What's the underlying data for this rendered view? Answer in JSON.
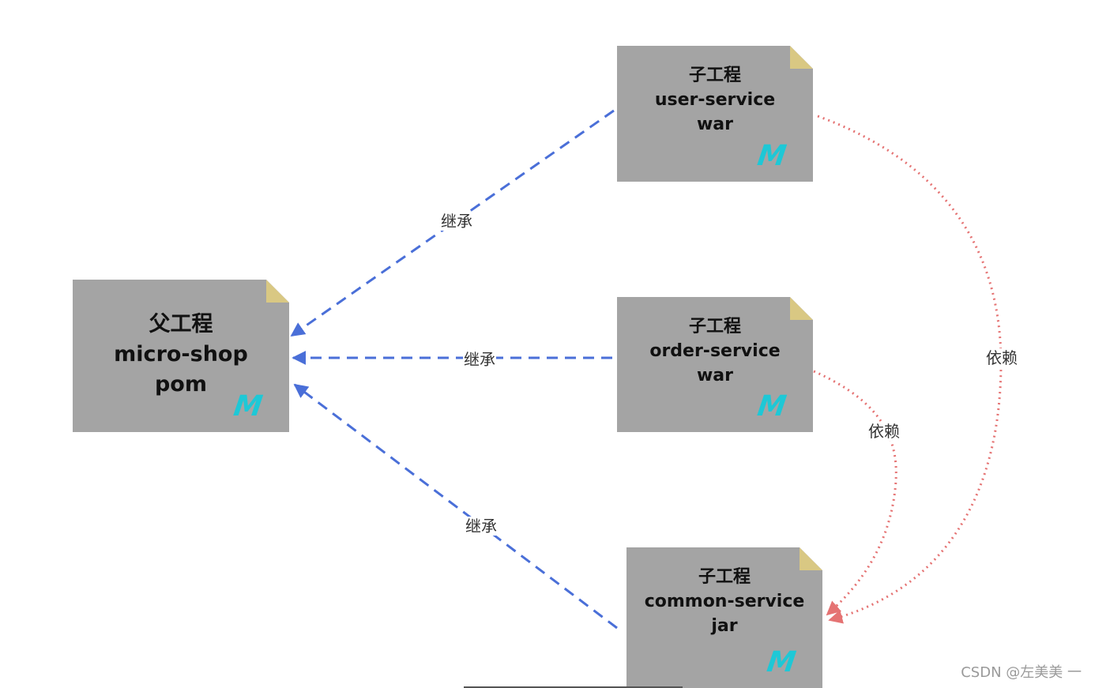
{
  "nodes": {
    "parent": {
      "line1": "父工程",
      "line2": "micro-shop",
      "line3": "pom",
      "icon": "maven-icon"
    },
    "user": {
      "line1": "子工程",
      "line2": "user-service",
      "line3": "war",
      "icon": "maven-icon"
    },
    "order": {
      "line1": "子工程",
      "line2": "order-service",
      "line3": "war",
      "icon": "maven-icon"
    },
    "common": {
      "line1": "子工程",
      "line2": "common-service",
      "line3": "jar",
      "icon": "maven-icon"
    }
  },
  "edges": {
    "inherit_user": "继承",
    "inherit_order": "继承",
    "inherit_common": "继承",
    "depend_order": "依赖",
    "depend_user": "依赖"
  },
  "colors": {
    "inherit": "#4a6fd8",
    "depend": "#e57373",
    "note": "#a4a4a4",
    "fold": "#d9c883",
    "icon": "#1ec8d6"
  },
  "watermark": "CSDN @左美美 一"
}
